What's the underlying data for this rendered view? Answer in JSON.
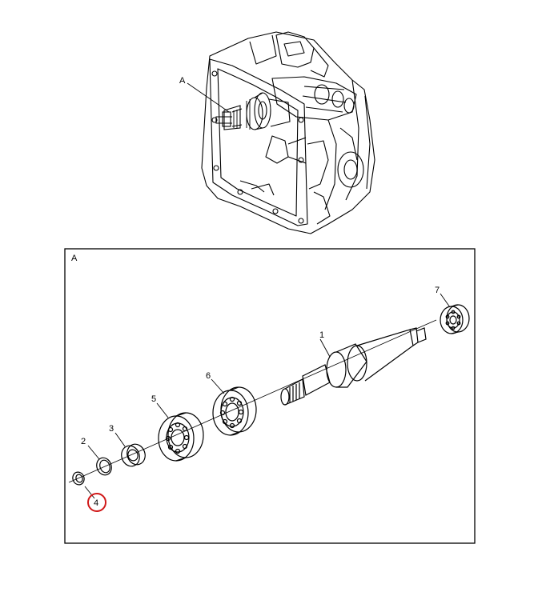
{
  "overview": {
    "callout_label": "A"
  },
  "detail": {
    "frame_label": "A",
    "parts": [
      {
        "number": "1",
        "name_hint": "mainshaft"
      },
      {
        "number": "2",
        "name_hint": "snap-ring-outer"
      },
      {
        "number": "3",
        "name_hint": "nut"
      },
      {
        "number": "4",
        "name_hint": "snap-ring-small"
      },
      {
        "number": "5",
        "name_hint": "bearing-large"
      },
      {
        "number": "6",
        "name_hint": "bearing-medium"
      },
      {
        "number": "7",
        "name_hint": "pilot-bearing"
      }
    ],
    "highlighted_part": "4",
    "highlight_color": "#d01818"
  }
}
